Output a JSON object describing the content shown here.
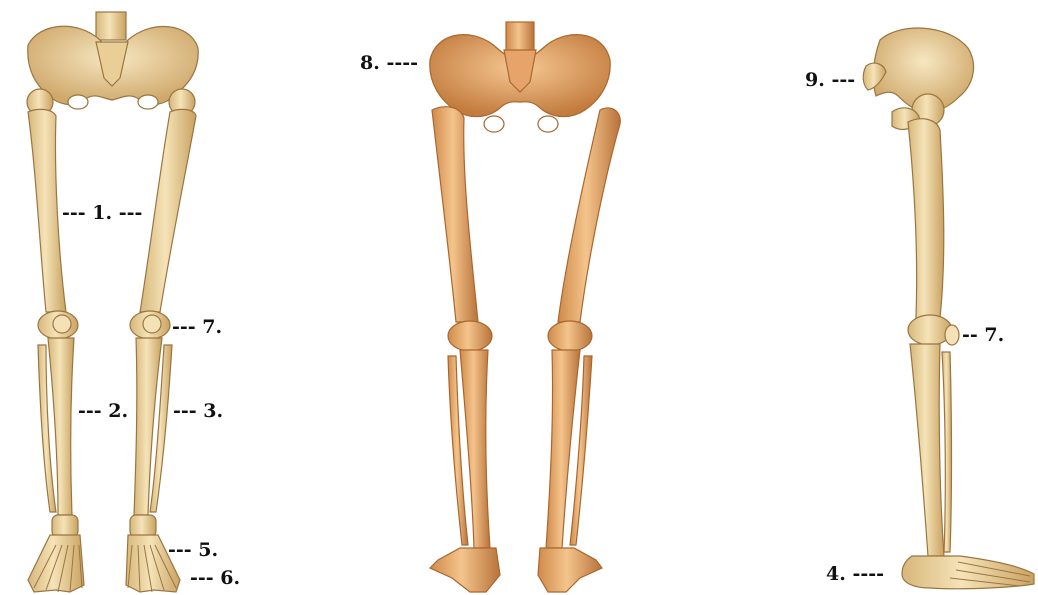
{
  "colors": {
    "bone_light": "#f3dfb0",
    "bone_mid": "#e6c586",
    "bone_shadow": "#c9a261",
    "bone_orange_light": "#f2be84",
    "bone_orange_mid": "#e29d5c",
    "bone_orange_shadow": "#c07a3c",
    "outline": "#9b7541",
    "label_text": "#111111"
  },
  "figures": [
    {
      "name": "anterior-view-figure",
      "style": "pale-beige"
    },
    {
      "name": "posterior-view-figure",
      "style": "orange"
    },
    {
      "name": "lateral-view-figure",
      "style": "pale-beige"
    }
  ],
  "labels": {
    "femur_1": "--- 1. ---",
    "tibia_2": "--- 2.",
    "fibula_3": "--- 3.",
    "tarsals_5": "--- 5.",
    "phalanges_6": "--- 6.",
    "patella_7_front": "--- 7.",
    "ilium_8": "8. ----",
    "ischium_9": "9. ---",
    "calcaneus_4": "4. ----",
    "patella_7_side": "-- 7."
  }
}
